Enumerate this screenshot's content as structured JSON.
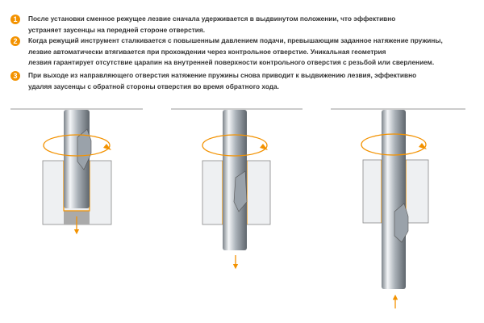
{
  "steps": [
    {
      "number": "1",
      "lines": [
        "После установки сменное режущее лезвие сначала удерживается в выдвинутом положении, что эффективно",
        "устраняет заусенцы на передней стороне отверстия."
      ]
    },
    {
      "number": "2",
      "lines": [
        "Когда режущий инструмент сталкивается с повышенным давлением подачи, превышающим заданное натяжение пружины,",
        "лезвие автоматически втягивается при прохождении через контрольное отверстие. Уникальная геометрия",
        "лезвия гарантирует отсутствие царапин на внутренней поверхности контрольного отверстия с резьбой или сверлением."
      ]
    },
    {
      "number": "3",
      "lines": [
        "При выходе из направляющего отверстия натяжение пружины снова приводит к выдвижению лезвия, эффективно",
        "удаляя заусенцы с обратной стороны отверстия во время обратного хода."
      ]
    }
  ],
  "colors": {
    "accent": "#f39200",
    "block": "#eef0f2",
    "steel": "#b8bec4"
  }
}
